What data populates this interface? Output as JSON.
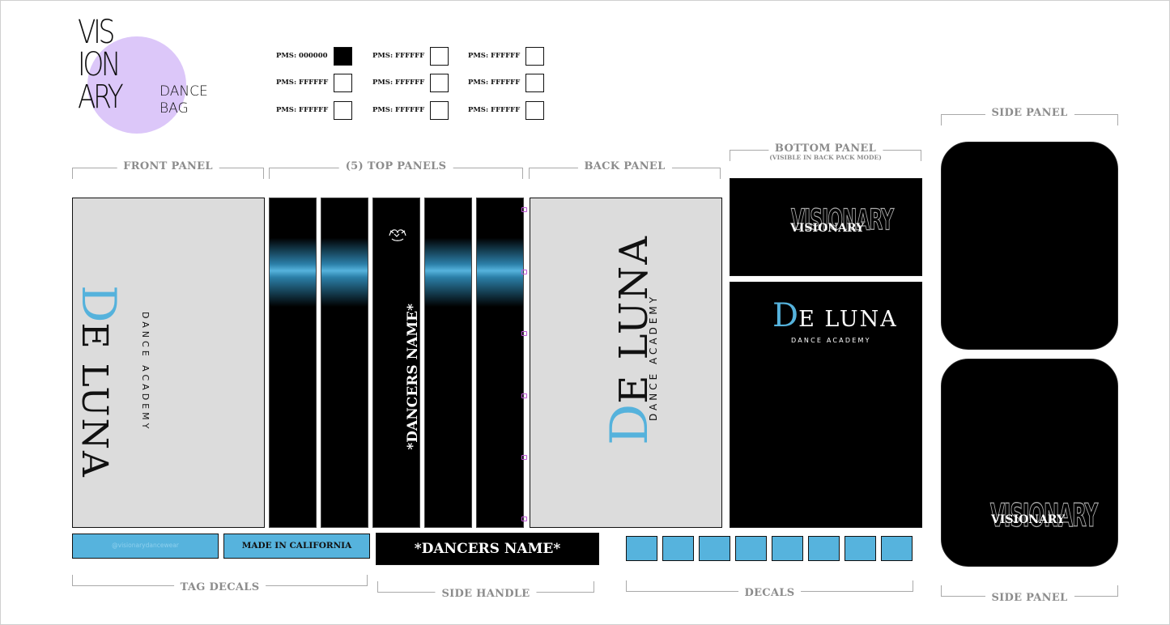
{
  "logo": {
    "line1": "VIS",
    "line2": "ION",
    "line3": "ARY",
    "sub1": "DANCE",
    "sub2": "BAG",
    "circle_color": "#dcc7f9"
  },
  "pms": [
    {
      "label": "PMS: 000000",
      "color": "#000000"
    },
    {
      "label": "PMS: FFFFFF",
      "color": "#ffffff"
    },
    {
      "label": "PMS: FFFFFF",
      "color": "#ffffff"
    },
    {
      "label": "PMS: FFFFFF",
      "color": "#ffffff"
    },
    {
      "label": "PMS: FFFFFF",
      "color": "#ffffff"
    },
    {
      "label": "PMS: FFFFFF",
      "color": "#ffffff"
    },
    {
      "label": "PMS: FFFFFF",
      "color": "#ffffff"
    },
    {
      "label": "PMS: FFFFFF",
      "color": "#ffffff"
    },
    {
      "label": "PMS: FFFFFF",
      "color": "#ffffff"
    }
  ],
  "labels": {
    "front_panel": "FRONT PANEL",
    "top_panels": "(5) TOP PANELS",
    "back_panel": "BACK PANEL",
    "bottom_panel": "BOTTOM PANEL",
    "bottom_panel_sub": "(VISIBLE IN BACK PACK MODE)",
    "side_panel_top": "SIDE PANEL",
    "side_panel_bottom": "SIDE PANEL",
    "tag_decals": "TAG DECALS",
    "side_handle": "SIDE HANDLE",
    "decals": "DECALS"
  },
  "brand": {
    "d_letter": "D",
    "name_rest": "E LUNA",
    "tagline": "DANCE ACADEMY",
    "wordmark": "VISIONARY"
  },
  "dancer_name": "*DANCERS NAME*",
  "tags": {
    "handle": "@visionarydancewear",
    "made_in": "MADE IN CALIFORNIA"
  },
  "colors": {
    "accent_blue": "#56b3dd",
    "panel_gray": "#dcdcdc",
    "panel_black": "#000000"
  }
}
